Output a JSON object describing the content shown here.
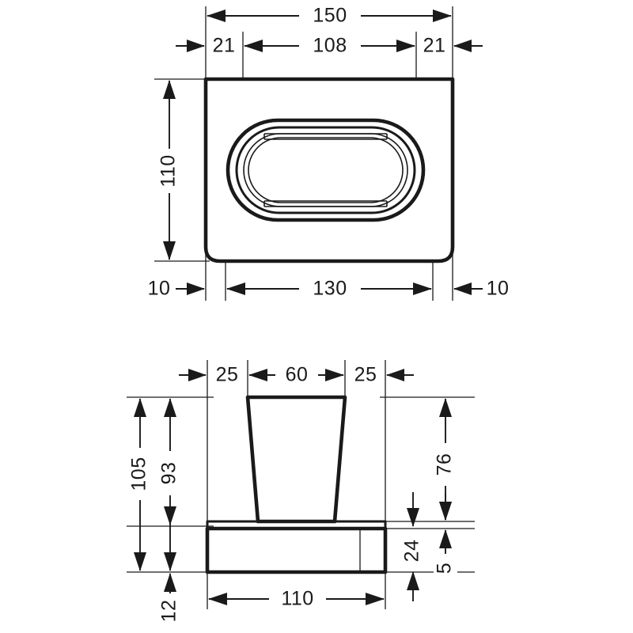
{
  "drawing": {
    "title": "Technical dimension drawing",
    "units": "mm",
    "line_color": "#1a1a1a",
    "background": "#ffffff"
  },
  "views": {
    "top": {
      "name": "front-view",
      "description": "Rounded rectangular wall plate with oval recessed opening"
    },
    "side": {
      "name": "side-view",
      "description": "Tapered tumbler holder on base plate"
    }
  },
  "dimensions": {
    "top_view": {
      "overall_width": "150",
      "left_inset": "21",
      "inner_width": "108",
      "right_inset": "21",
      "height": "110",
      "left_offset": "10",
      "body_width": "130",
      "right_offset": "10"
    },
    "side_view": {
      "left_gap": "25",
      "tumbler_width": "60",
      "right_gap": "25",
      "total_height": "105",
      "body_height": "93",
      "upper_height": "76",
      "plate_thickness": "24",
      "lip_thickness": "5",
      "base_width": "110",
      "base_offset": "12"
    }
  }
}
